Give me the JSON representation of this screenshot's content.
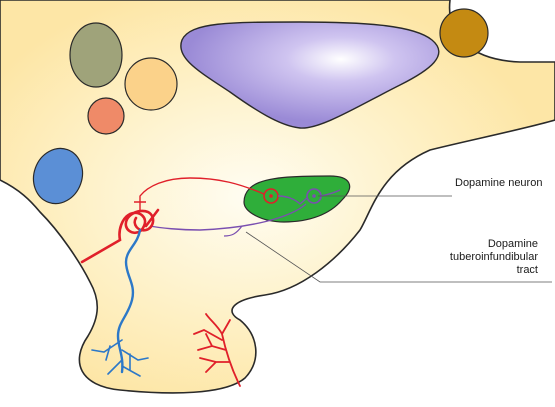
{
  "labels": {
    "dopamine_neuron": "Dopamine neuron",
    "tract_line1": "Dopamine",
    "tract_line2": "tuberoinfundibular",
    "tract_line3": "tract"
  },
  "colors": {
    "tissue": "#fde6a6",
    "tissue_glow": "#fffbe8",
    "outline": "#2a2a2a",
    "nucleus_purple": "#9a8ad6",
    "green_nucleus": "#2fae3a",
    "red_vessel": "#e0202a",
    "blue_vessel": "#2c78c8",
    "purple_axon": "#7a4fb0",
    "olive_nucleus": "#9fa37a",
    "peach_nucleus": "#fbd28a",
    "salmon_nucleus": "#ef8a68",
    "blue_nucleus": "#5b8fd6",
    "gold_nucleus": "#c48a12"
  }
}
